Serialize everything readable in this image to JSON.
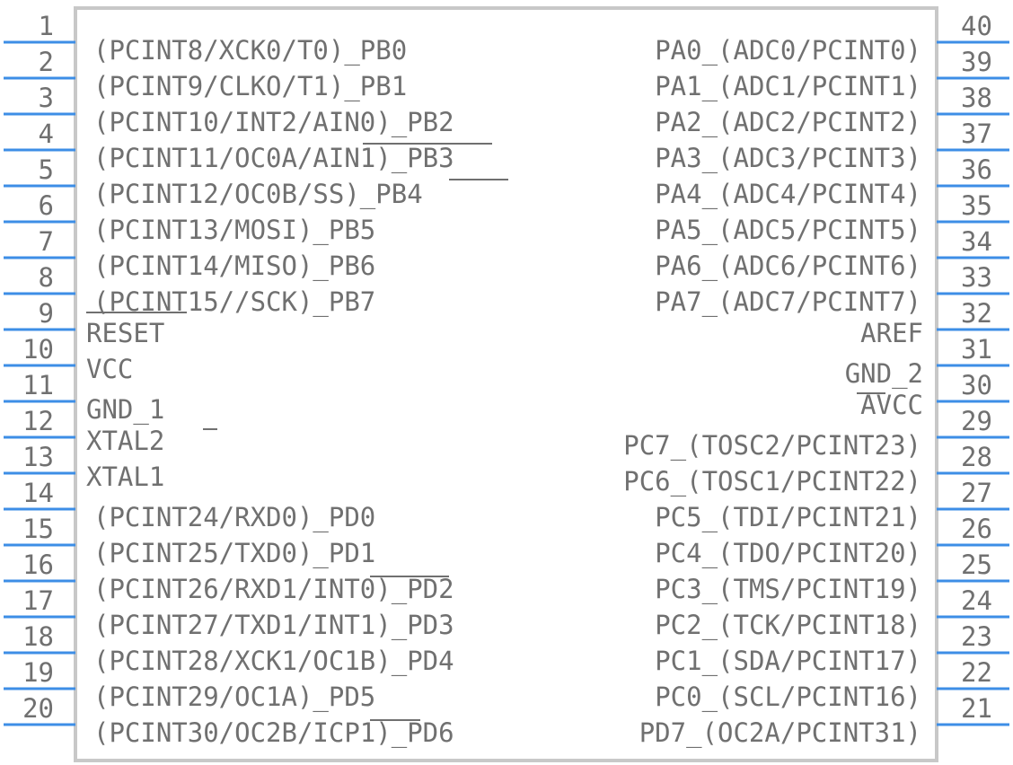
{
  "component": {
    "body_color": "#c8c8c8",
    "pin_color": "#3d8ee6",
    "text_color": "#707070"
  },
  "left_pins": [
    {
      "num": "1",
      "label": "(PCINT8/XCK0/T0)_PB0"
    },
    {
      "num": "2",
      "label": "(PCINT9/CLKO/T1)_PB1"
    },
    {
      "num": "3",
      "label": "(PCINT10/INT2/AIN0)_PB2"
    },
    {
      "num": "4",
      "label": "(PCINT11/OC0A/AIN1)_PB3"
    },
    {
      "num": "5",
      "label": "(PCINT12/OC0B/SS)_PB4"
    },
    {
      "num": "6",
      "label": "(PCINT13/MOSI)_PB5"
    },
    {
      "num": "7",
      "label": "(PCINT14/MISO)_PB6"
    },
    {
      "num": "8",
      "label": "(PCINT15//SCK)_PB7"
    },
    {
      "num": "9",
      "label": "RESET"
    },
    {
      "num": "10",
      "label": "VCC"
    },
    {
      "num": "11",
      "label": "GND_1"
    },
    {
      "num": "12",
      "label": "XTAL2"
    },
    {
      "num": "13",
      "label": "XTAL1"
    },
    {
      "num": "14",
      "label": "(PCINT24/RXD0)_PD0"
    },
    {
      "num": "15",
      "label": "(PCINT25/TXD0)_PD1"
    },
    {
      "num": "16",
      "label": "(PCINT26/RXD1/INT0)_PD2"
    },
    {
      "num": "17",
      "label": "(PCINT27/TXD1/INT1)_PD3"
    },
    {
      "num": "18",
      "label": "(PCINT28/XCK1/OC1B)_PD4"
    },
    {
      "num": "19",
      "label": "(PCINT29/OC1A)_PD5"
    },
    {
      "num": "20",
      "label": "(PCINT30/OC2B/ICP1)_PD6"
    }
  ],
  "right_pins": [
    {
      "num": "40",
      "label": "PA0_(ADC0/PCINT0)"
    },
    {
      "num": "39",
      "label": "PA1_(ADC1/PCINT1)"
    },
    {
      "num": "38",
      "label": "PA2_(ADC2/PCINT2)"
    },
    {
      "num": "37",
      "label": "PA3_(ADC3/PCINT3)"
    },
    {
      "num": "36",
      "label": "PA4_(ADC4/PCINT4)"
    },
    {
      "num": "35",
      "label": "PA5_(ADC5/PCINT5)"
    },
    {
      "num": "34",
      "label": "PA6_(ADC6/PCINT6)"
    },
    {
      "num": "33",
      "label": "PA7_(ADC7/PCINT7)"
    },
    {
      "num": "32",
      "label": "AREF"
    },
    {
      "num": "31",
      "label": "GND_2"
    },
    {
      "num": "30",
      "label": "AVCC"
    },
    {
      "num": "29",
      "label": "PC7_(TOSC2/PCINT23)"
    },
    {
      "num": "28",
      "label": "PC6_(TOSC1/PCINT22)"
    },
    {
      "num": "27",
      "label": "PC5_(TDI/PCINT21)"
    },
    {
      "num": "26",
      "label": "PC4_(TDO/PCINT20)"
    },
    {
      "num": "25",
      "label": "PC3_(TMS/PCINT19)"
    },
    {
      "num": "24",
      "label": "PC2_(TCK/PCINT18)"
    },
    {
      "num": "23",
      "label": "PC1_(SDA/PCINT17)"
    },
    {
      "num": "22",
      "label": "PC0_(SCL/PCINT16)"
    },
    {
      "num": "21",
      "label": "PD7_(OC2A/PCINT31)"
    }
  ]
}
